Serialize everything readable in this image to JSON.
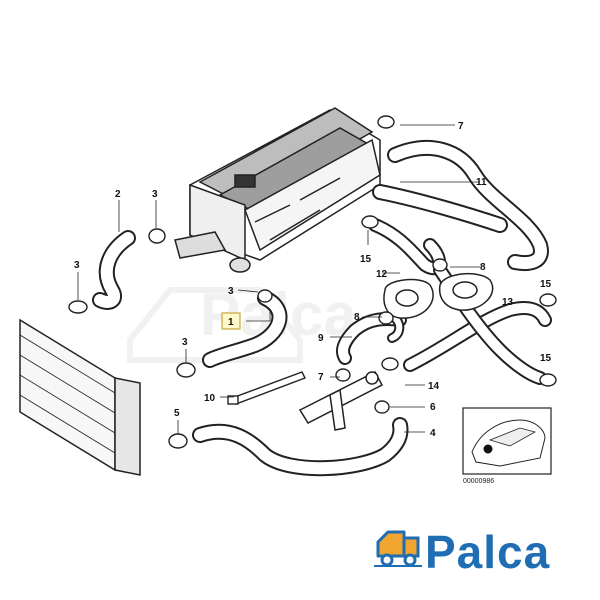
{
  "diagram": {
    "part_labels": [
      "1",
      "2",
      "3",
      "3",
      "3",
      "3",
      "4",
      "5",
      "6",
      "7",
      "7",
      "8",
      "8",
      "9",
      "10",
      "11",
      "12",
      "13",
      "14",
      "15",
      "15",
      "15"
    ],
    "highlighted_label": "1",
    "inset_code": "00000986"
  },
  "brand": {
    "name": "Palca",
    "accent": "#1f6db3",
    "logo_orange": "#f2a531"
  }
}
